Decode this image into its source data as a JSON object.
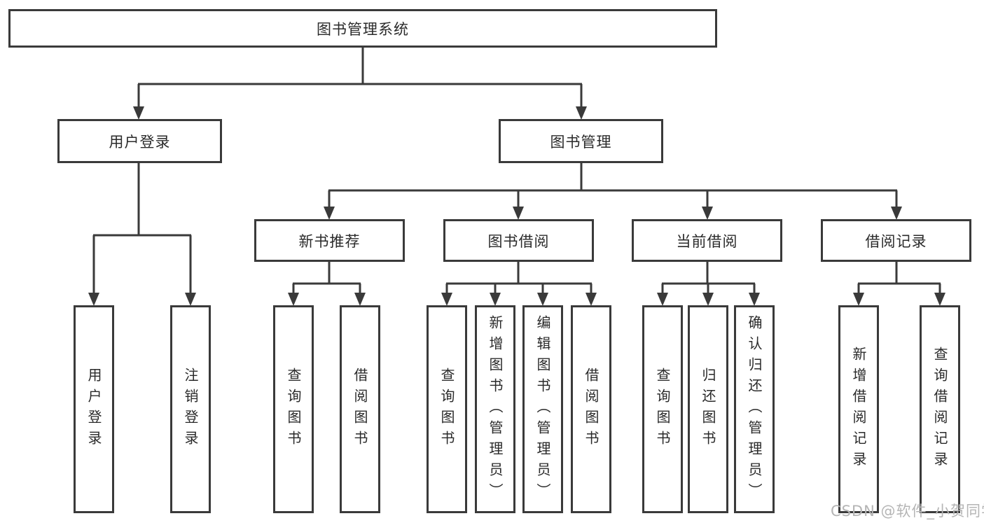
{
  "diagram": {
    "root": "图书管理系统",
    "branches": [
      {
        "label": "用户登录",
        "children": [
          "用户登录",
          "注销登录"
        ]
      },
      {
        "label": "图书管理",
        "groups": [
          {
            "label": "新书推荐",
            "children": [
              "查询图书",
              "借阅图书"
            ]
          },
          {
            "label": "图书借阅",
            "children": [
              "查询图书",
              "新增图书（管理员）",
              "编辑图书（管理员）",
              "借阅图书"
            ]
          },
          {
            "label": "当前借阅",
            "children": [
              "查询图书",
              "归还图书",
              "确认归还（管理员）"
            ]
          },
          {
            "label": "借阅记录",
            "children": [
              "新增借阅记录",
              "查询借阅记录"
            ]
          }
        ]
      }
    ]
  },
  "watermark": "CSDN @软件_小贺同学",
  "colors": {
    "line": "#3a3a3a",
    "text": "#2a2a2a",
    "watermark": "#b5b5b5",
    "background": "#ffffff"
  }
}
